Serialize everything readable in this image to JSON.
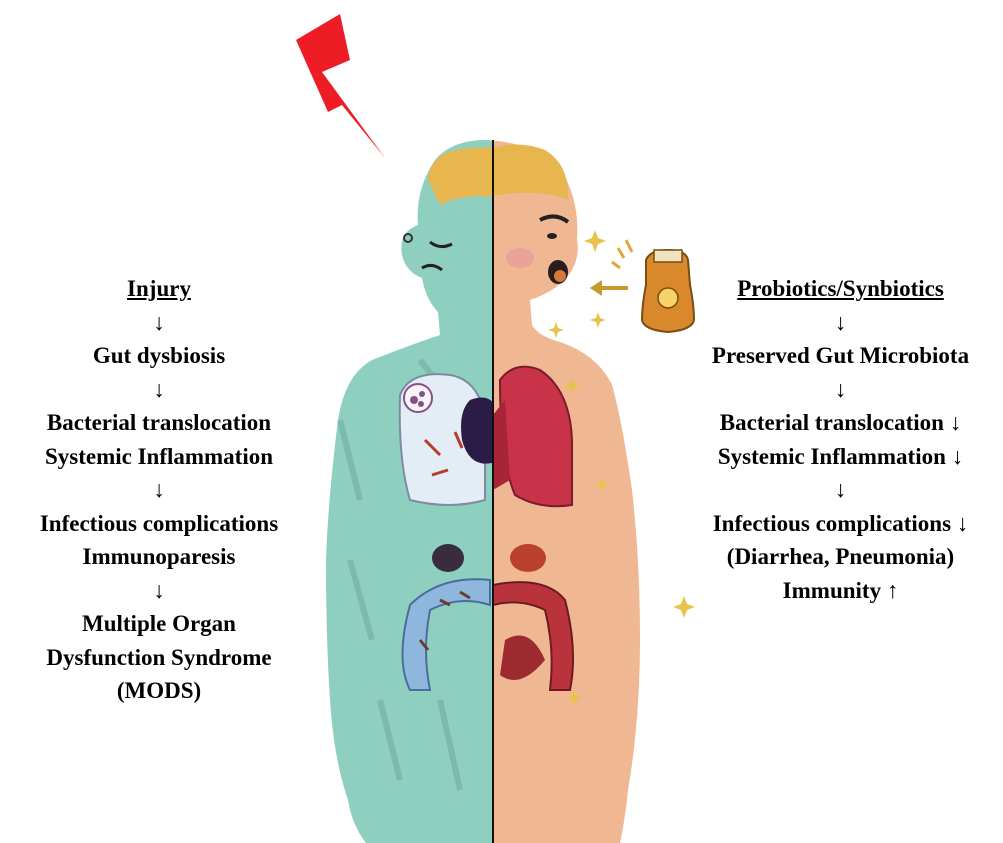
{
  "left": {
    "title": "Injury",
    "lines": [
      "↓",
      "Gut dysbiosis",
      "↓",
      "Bacterial translocation",
      "Systemic Inflammation",
      "↓",
      "Infectious complications",
      "Immunoparesis",
      "↓",
      "Multiple Organ",
      "Dysfunction Syndrome",
      "(MODS)"
    ]
  },
  "right": {
    "title": "Probiotics/Synbiotics",
    "lines": [
      "↓",
      "Preserved Gut Microbiota",
      "↓",
      "Bacterial translocation ↓",
      "Systemic Inflammation ↓",
      "↓",
      "Infectious complications ↓",
      "(Diarrhea, Pneumonia)",
      "Immunity ↑"
    ]
  },
  "colors": {
    "injured_skin": "#8ecfc0",
    "healthy_skin": "#f0b892",
    "hair": "#e7b64f",
    "lightning": "#ee1c24",
    "lung_injured": "#e4ecf6",
    "lung_healthy": "#c9334a",
    "gut_injured": "#8fb6dd",
    "gut_healthy": "#b8333c",
    "heart": "#2a1c46",
    "sparkle": "#e8c24a",
    "bottle": "#d9882c"
  },
  "icons": [
    "lightning-bolt-icon",
    "probiotic-bottle-icon",
    "sparkle-icon",
    "arrow-left-icon"
  ]
}
